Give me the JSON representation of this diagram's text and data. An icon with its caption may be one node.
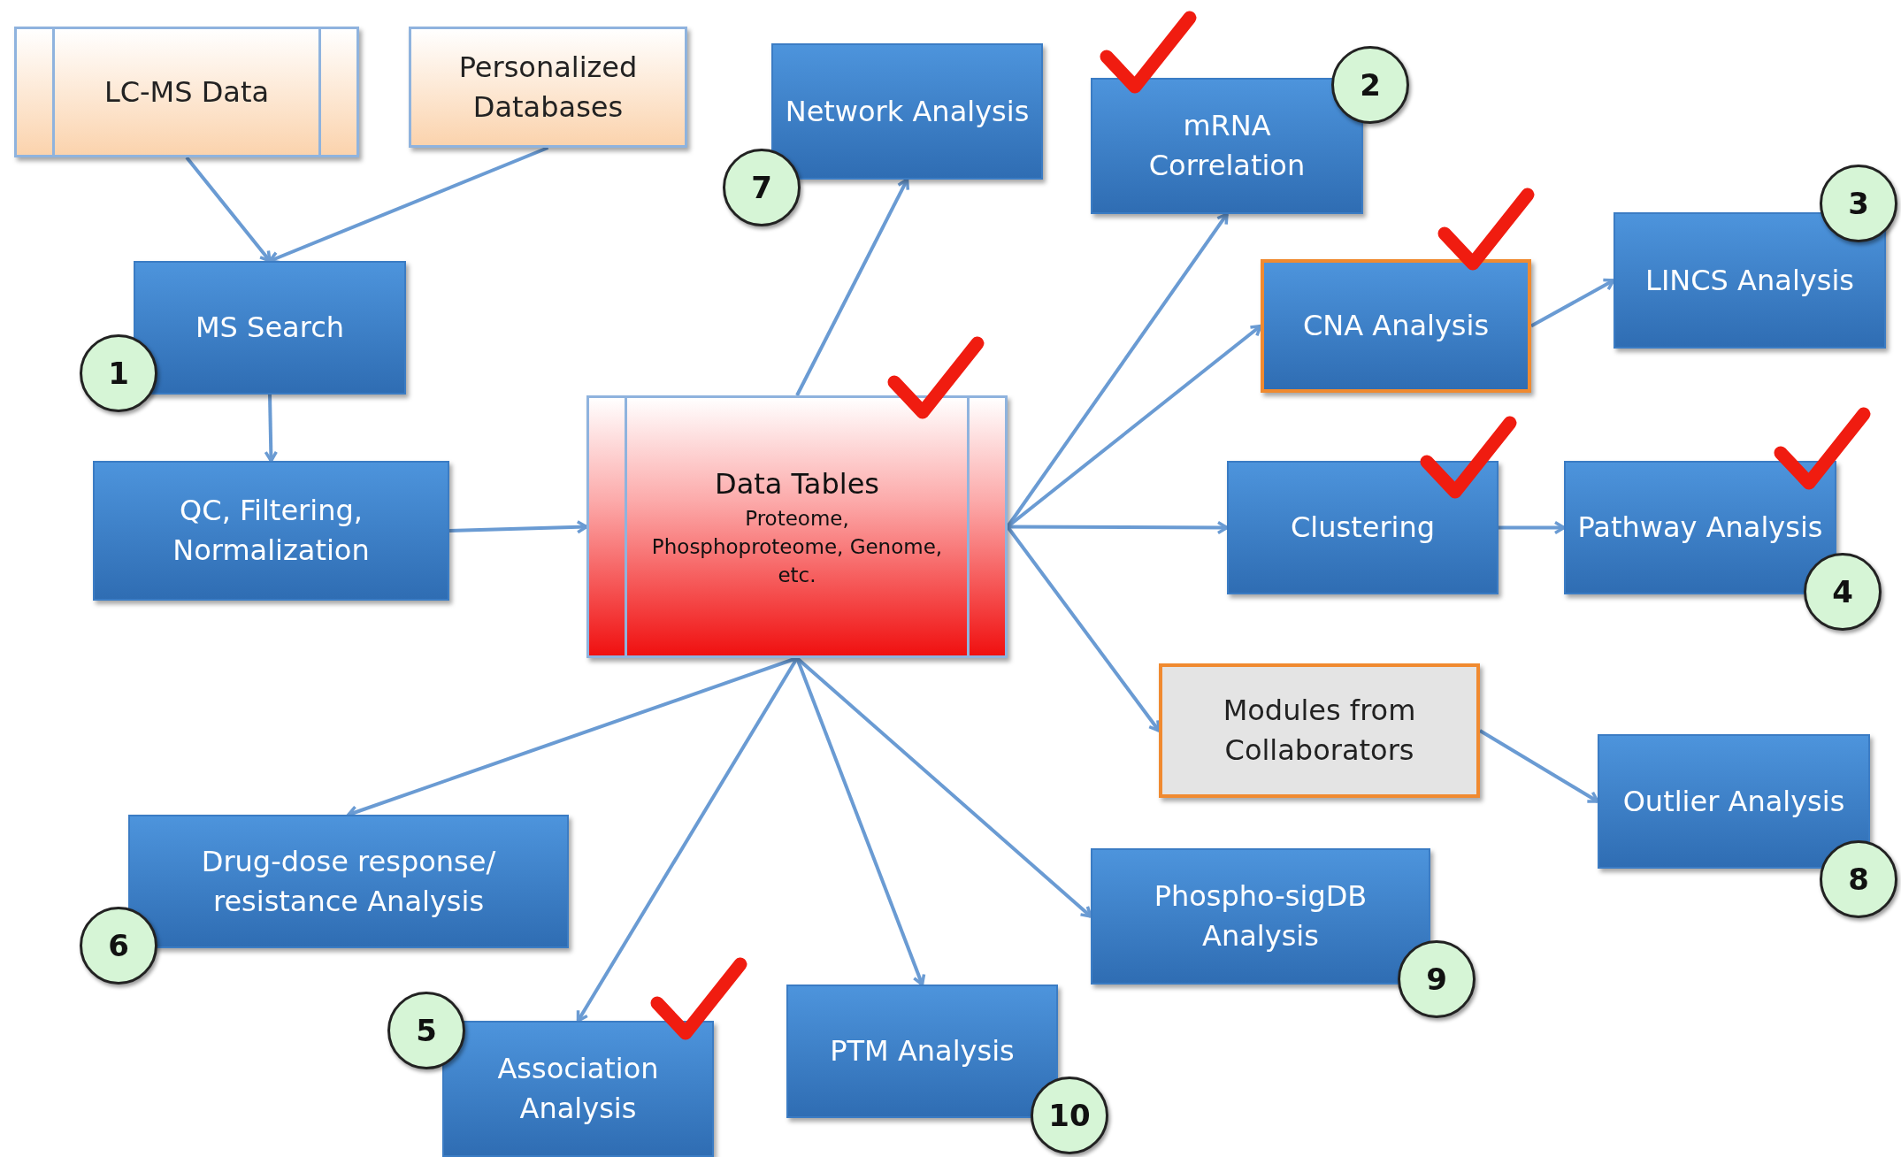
{
  "diagram": {
    "nodes": [
      {
        "text": [
          "LC-MS Data"
        ]
      },
      {
        "text": [
          "Personalized Databases"
        ]
      },
      {
        "text": [
          "MS Search"
        ],
        "beside": [
          "1"
        ]
      },
      {
        "text": [
          "QC, Filtering, Normalization"
        ]
      },
      {
        "text": [
          "Data Tables",
          "Proteome, Phosphoproteome, Genome, etc."
        ]
      },
      {
        "text": [
          "Network Analysis"
        ],
        "beside": [
          "7"
        ]
      },
      {
        "text": [
          "mRNA Correlation"
        ],
        "beside": [
          "2"
        ]
      },
      {
        "text": [
          "CNA Analysis"
        ]
      },
      {
        "text": [
          "LINCS Analysis"
        ],
        "beside": [
          "3"
        ]
      },
      {
        "text": [
          "Clustering"
        ]
      },
      {
        "text": [
          "Pathway Analysis"
        ],
        "beside": [
          "4"
        ]
      },
      {
        "text": [
          "Modules from Collaborators"
        ]
      },
      {
        "text": [
          "Outlier Analysis"
        ],
        "beside": [
          "8"
        ]
      },
      {
        "text": [
          "Drug-dose response/ resistance Analysis"
        ],
        "beside": [
          "6"
        ]
      },
      {
        "text": [
          "Phospho-sigDB Analysis"
        ],
        "beside": [
          "9"
        ]
      },
      {
        "text": [
          "Association Analysis"
        ],
        "beside": [
          "5"
        ]
      },
      {
        "text": [
          "PTM Analysis"
        ],
        "beside": [
          "10"
        ]
      }
    ],
    "edges": [
      {
        "from": 0,
        "to": 2,
        "arrow": "to"
      },
      {
        "from": 1,
        "to": 2,
        "arrow": "to"
      },
      {
        "from": 2,
        "to": 3,
        "arrow": "to"
      },
      {
        "from": 3,
        "to": 4,
        "arrow": "to"
      },
      {
        "from": 4,
        "to": 5,
        "arrow": "to"
      },
      {
        "from": 4,
        "to": 6,
        "arrow": "to"
      },
      {
        "from": 4,
        "to": 7,
        "arrow": "to"
      },
      {
        "from": 7,
        "to": 8,
        "arrow": "to"
      },
      {
        "from": 4,
        "to": 9,
        "arrow": "to"
      },
      {
        "from": 9,
        "to": 10,
        "arrow": "to"
      },
      {
        "from": 4,
        "to": 11,
        "arrow": "to"
      },
      {
        "from": 11,
        "to": 12,
        "arrow": "to"
      },
      {
        "from": 4,
        "to": 13,
        "arrow": "to"
      },
      {
        "from": 4,
        "to": 15,
        "arrow": "to"
      },
      {
        "from": 4,
        "to": 16,
        "arrow": "to"
      },
      {
        "from": 4,
        "to": 14,
        "arrow": "to"
      }
    ]
  }
}
